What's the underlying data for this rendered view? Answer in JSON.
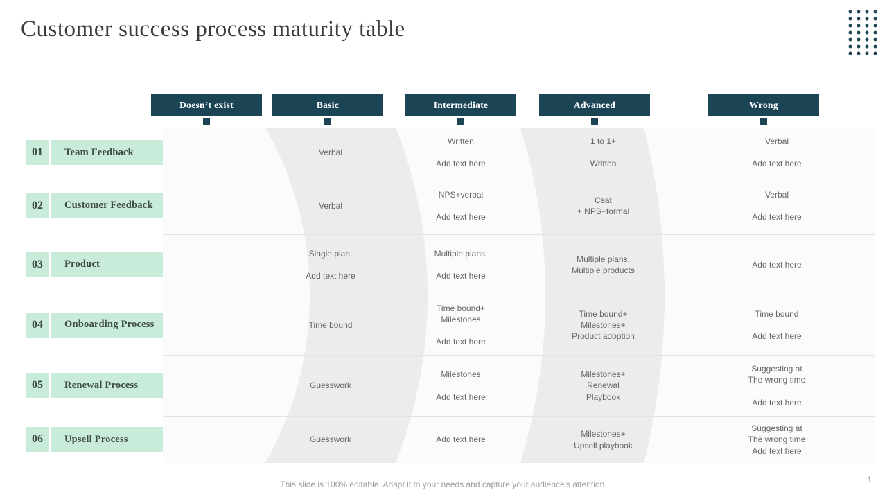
{
  "slide": {
    "title": "Customer success process maturity table",
    "footer": "This slide is 100% editable. Adapt it to your needs and capture your audience's attention.",
    "page_number": "1"
  },
  "table": {
    "columns": [
      "Doesn’t exist",
      "Basic",
      "Intermediate",
      "Advanced",
      "Wrong"
    ],
    "rows": [
      {
        "num": "01",
        "label": "Team Feedback",
        "cells": [
          "",
          "Verbal",
          "Written\n\nAdd text here",
          "1 to 1+\n\nWritten",
          "Verbal\n\nAdd text here"
        ]
      },
      {
        "num": "02",
        "label": "Customer Feedback",
        "cells": [
          "",
          "Verbal",
          "NPS+verbal\n\nAdd text here",
          "Csat\n+ NPS+formal",
          "Verbal\n\nAdd text here"
        ]
      },
      {
        "num": "03",
        "label": "Product",
        "cells": [
          "",
          "Single plan,\n\nAdd text here",
          "Multiple plans,\n\nAdd text here",
          "Multiple plans,\nMultiple products",
          "Add text here"
        ]
      },
      {
        "num": "04",
        "label": "Onboarding Process",
        "cells": [
          "",
          "Time bound",
          "Time bound+\nMilestones\n\nAdd text here",
          "Time bound+\nMilestones+\nProduct adoption",
          "Time bound\n\nAdd text here"
        ]
      },
      {
        "num": "05",
        "label": "Renewal Process",
        "cells": [
          "",
          "Guesswork",
          "Milestones\n\nAdd text here",
          "Milestones+\nRenewal\nPlaybook",
          "Suggesting at\nThe wrong time\n\nAdd text here"
        ]
      },
      {
        "num": "06",
        "label": "Upsell Process",
        "cells": [
          "",
          "Guesswork",
          "Add text here",
          "Milestones+\nUpsell playbook",
          "Suggesting at\nThe wrong time\nAdd text here"
        ]
      }
    ]
  },
  "colors": {
    "header_bg": "#1b4455",
    "row_label_bg": "#c9ecda",
    "dot_accent": "#1e4554",
    "cell_text": "#656565"
  }
}
